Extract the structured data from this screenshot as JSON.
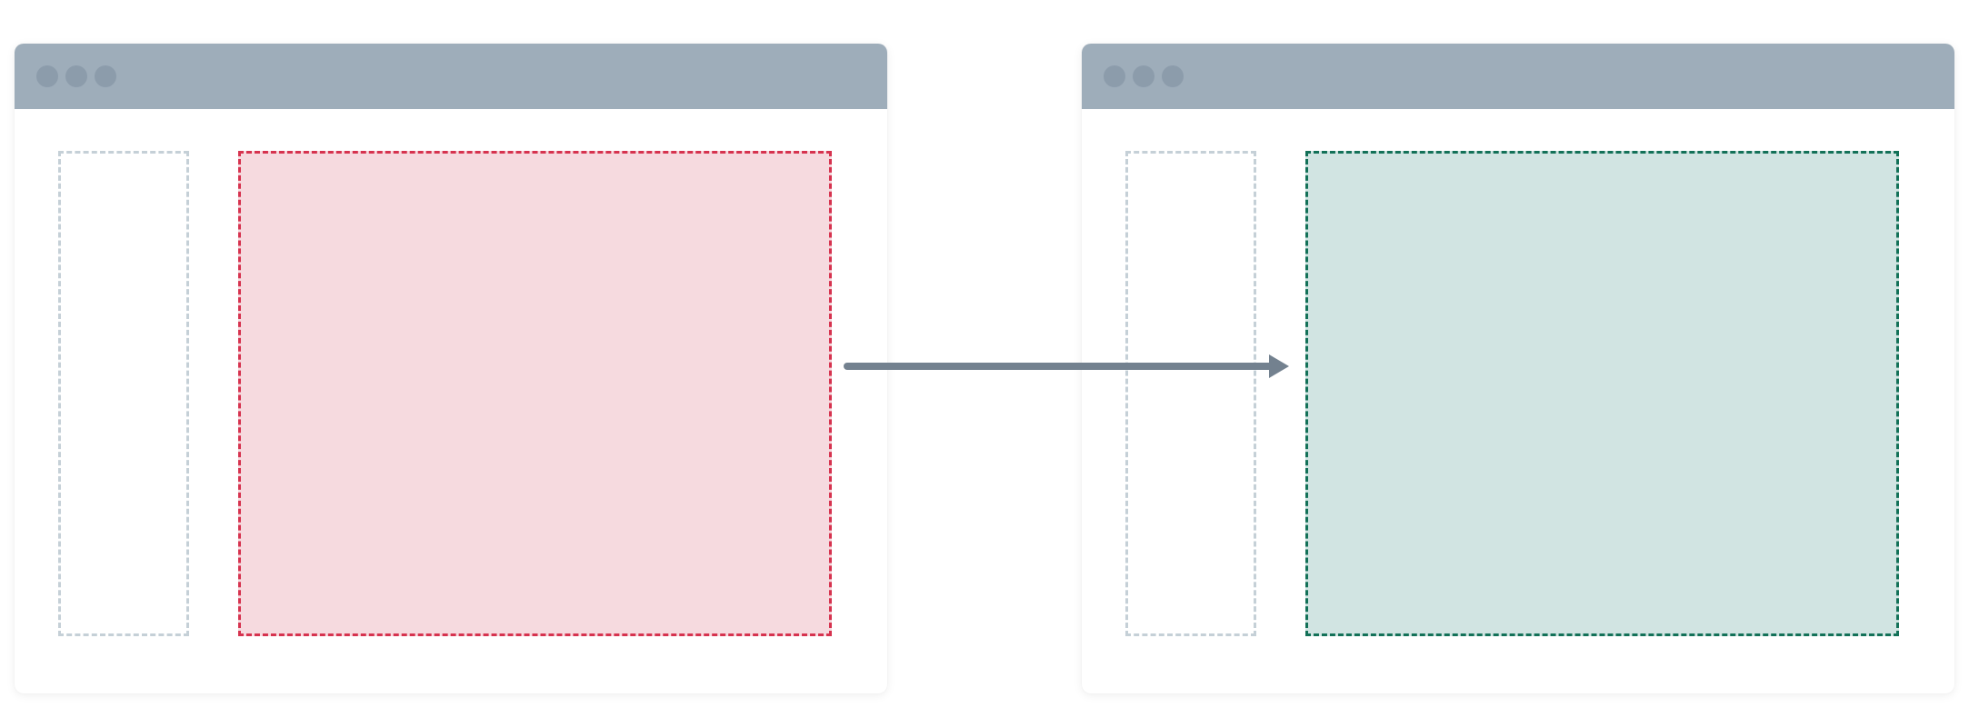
{
  "colors": {
    "titlebar": "#9eadba",
    "titlebar_dot": "#8c9cab",
    "window_background": "#ffffff",
    "sidebar_border": "#c5d0d7",
    "before_border": "#d6334f",
    "before_fill": "#f6dadf",
    "after_border": "#137158",
    "after_fill": "#d1e4e2",
    "arrow": "#73818f"
  },
  "diagram": {
    "type": "before-after",
    "windows": [
      {
        "id": "before",
        "state": "removed",
        "main_panel": "before"
      },
      {
        "id": "after",
        "state": "added",
        "main_panel": "after"
      }
    ],
    "arrow": {
      "from": "before",
      "to": "after",
      "icon": "right-arrow-icon"
    }
  }
}
